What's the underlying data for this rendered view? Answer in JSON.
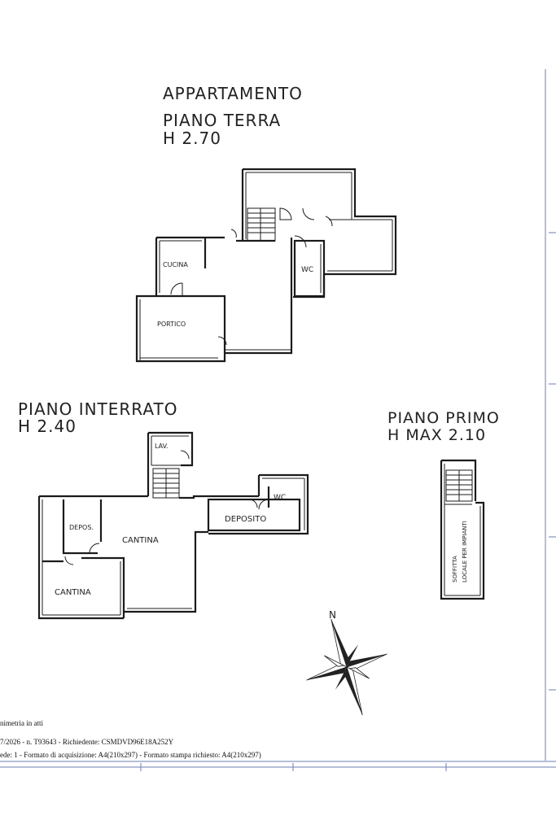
{
  "apartment": {
    "title": "APPARTAMENTO",
    "ground_floor_title": "PIANO TERRA",
    "ground_floor_height": "H 2.70",
    "basement_title": "PIANO INTERRATO",
    "basement_height": "H 2.40",
    "first_floor_title": "PIANO PRIMO",
    "first_floor_height": "H MAX 2.10"
  },
  "rooms": {
    "cucina": "CUCINA",
    "portico": "PORTICO",
    "wc_ground": "WC",
    "lav": "LAV.",
    "wc_basement": "WC",
    "deposito": "DEPOSITO",
    "depos": "DEPOS.",
    "cantina_main": "CANTINA",
    "cantina_small": "CANTINA",
    "soffitta_line1": "SOFFITTA",
    "soffitta_line2": "LOCALE PER IMPIANTI"
  },
  "compass_label": "N",
  "footer": {
    "line1": "nimetria in atti",
    "line2": "7/2026 - n. T93643 - Richiedente: CSMDVD96E18A252Y",
    "line3": "ede: 1 - Formato di acquisizione: A4(210x297)  - Formato stampa richiesto: A4(210x297)"
  }
}
